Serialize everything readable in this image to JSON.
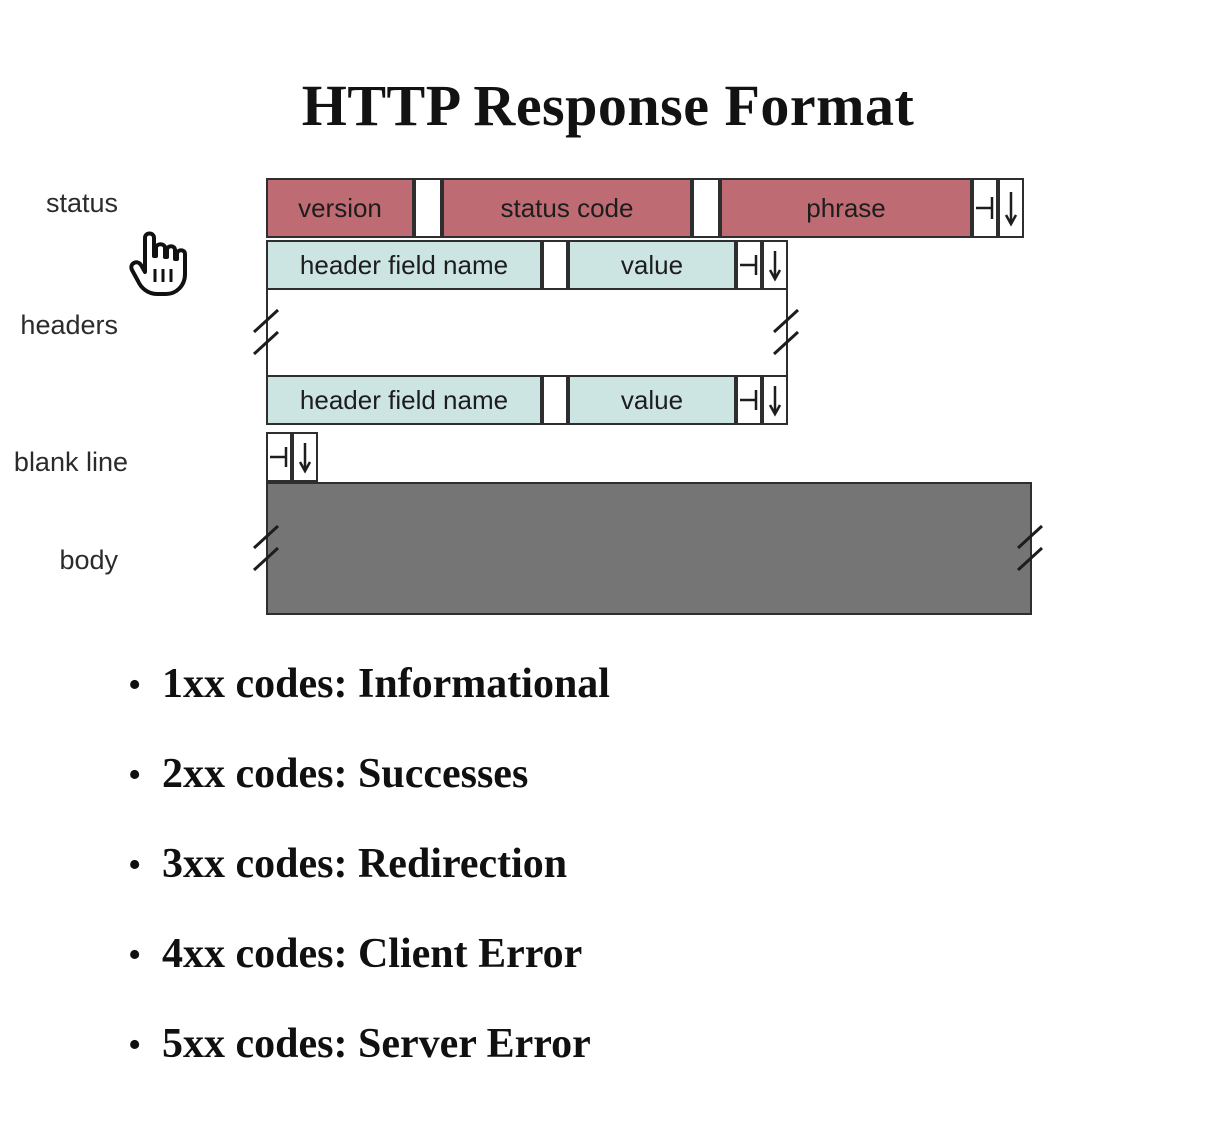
{
  "title": "HTTP Response Format",
  "diagram": {
    "labels": {
      "status": "status",
      "headers": "headers",
      "blank_line": "blank line",
      "body": "body"
    },
    "status_line": {
      "cells": [
        {
          "label": "version",
          "kind": "red"
        },
        {
          "label": "",
          "kind": "space"
        },
        {
          "label": "status code",
          "kind": "red"
        },
        {
          "label": "",
          "kind": "space"
        },
        {
          "label": "phrase",
          "kind": "red"
        }
      ],
      "terminators": [
        "cr",
        "lf"
      ]
    },
    "header_line_1": {
      "cells": [
        {
          "label": "header field name",
          "kind": "teal"
        },
        {
          "label": "",
          "kind": "space"
        },
        {
          "label": "value",
          "kind": "teal"
        }
      ],
      "terminators": [
        "cr",
        "lf"
      ]
    },
    "header_line_2": {
      "cells": [
        {
          "label": "header field name",
          "kind": "teal"
        },
        {
          "label": "",
          "kind": "space"
        },
        {
          "label": "value",
          "kind": "teal"
        }
      ],
      "terminators": [
        "cr",
        "lf"
      ]
    },
    "blank_line": {
      "terminators": [
        "cr",
        "lf"
      ]
    },
    "body": {
      "fill": "#757575"
    },
    "colors": {
      "status_fill": "#bf6b73",
      "header_fill": "#cce5e3",
      "body_fill": "#757575",
      "outline": "#2e2e2e",
      "space_fill": "#ffffff"
    },
    "cursor": "pointing-hand-cursor"
  },
  "status_codes": [
    {
      "bullet": "•",
      "text": "1xx codes:  Informational"
    },
    {
      "bullet": "•",
      "text": "2xx codes:  Successes"
    },
    {
      "bullet": "•",
      "text": "3xx codes:  Redirection"
    },
    {
      "bullet": "•",
      "text": "4xx codes:  Client Error"
    },
    {
      "bullet": "•",
      "text": "5xx codes:  Server Error"
    }
  ]
}
